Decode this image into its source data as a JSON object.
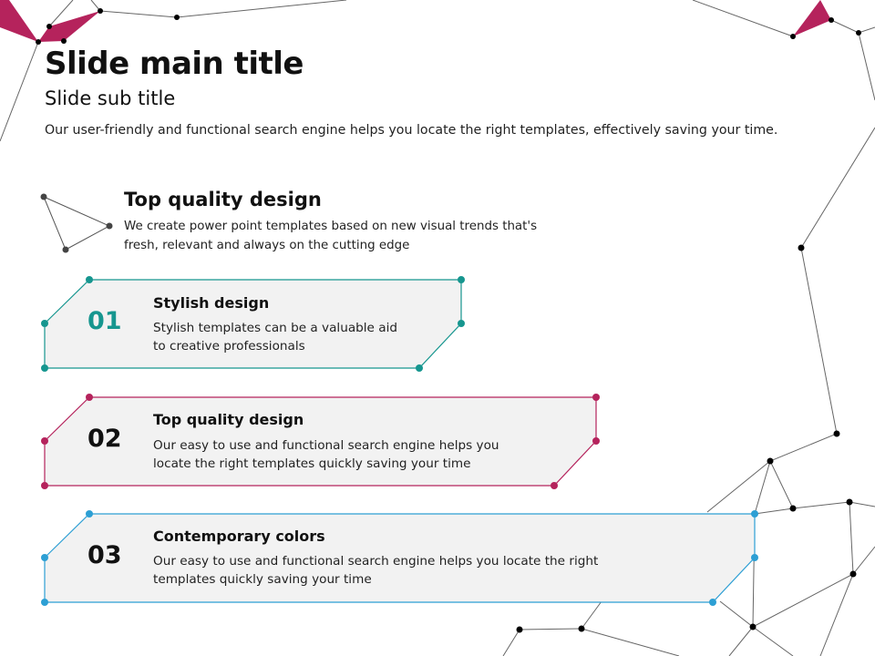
{
  "header": {
    "title": "Slide main title",
    "subtitle": "Slide sub title",
    "description": "Our user-friendly and functional search engine helps you locate the right templates, effectively saving your time."
  },
  "highlight": {
    "title": "Top quality design",
    "text": "We create power point templates based on new visual trends that's fresh, relevant and always on the cutting edge"
  },
  "cards": [
    {
      "number": "01",
      "title": "Stylish design",
      "text": "Stylish templates can be a valuable aid to creative professionals",
      "color": "#16968f"
    },
    {
      "number": "02",
      "title": "Top quality design",
      "text": "Our easy to use and functional search engine helps you locate the right templates quickly saving your time",
      "color": "#b5235c"
    },
    {
      "number": "03",
      "title": "Contemporary colors",
      "text": "Our easy to use and functional search engine helps you locate the right templates quickly saving your time",
      "color": "#2d9fd4"
    }
  ],
  "colors": {
    "accent_magenta": "#b5235c",
    "network_line": "#666666"
  }
}
